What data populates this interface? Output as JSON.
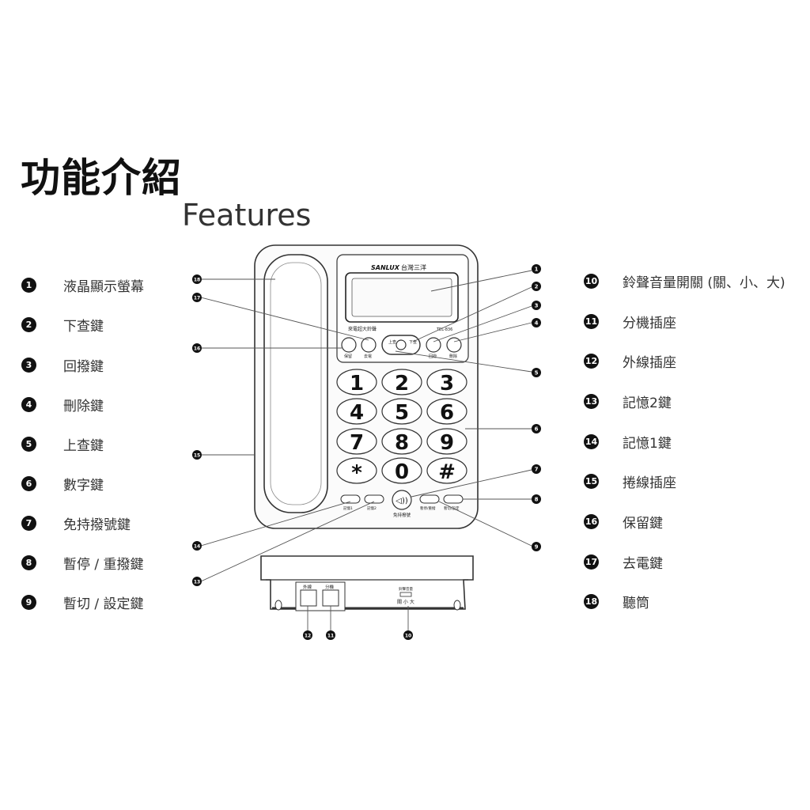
{
  "heading": {
    "zh": "功能介紹",
    "en": "Features"
  },
  "legend_left": [
    {
      "n": "1",
      "text": "液晶顯示螢幕"
    },
    {
      "n": "2",
      "text": "下查鍵"
    },
    {
      "n": "3",
      "text": "回撥鍵"
    },
    {
      "n": "4",
      "text": "刪除鍵"
    },
    {
      "n": "5",
      "text": "上查鍵"
    },
    {
      "n": "6",
      "text": "數字鍵"
    },
    {
      "n": "7",
      "text": "免持撥號鍵"
    },
    {
      "n": "8",
      "text": "暫停 / 重撥鍵"
    },
    {
      "n": "9",
      "text": "暫切 / 設定鍵"
    }
  ],
  "legend_right": [
    {
      "n": "10",
      "text": "鈴聲音量開關 (關、小、大)"
    },
    {
      "n": "11",
      "text": "分機插座"
    },
    {
      "n": "12",
      "text": "外線插座"
    },
    {
      "n": "13",
      "text": "記憶2鍵"
    },
    {
      "n": "14",
      "text": "記憶1鍵"
    },
    {
      "n": "15",
      "text": "捲線插座"
    },
    {
      "n": "16",
      "text": "保留鍵"
    },
    {
      "n": "17",
      "text": "去電鍵"
    },
    {
      "n": "18",
      "text": "聽筒"
    }
  ],
  "phone": {
    "brand": "SANLUX",
    "brand_zh": "台灣三洋",
    "tagline": "來電超大鈴聲",
    "model": "TEL-836",
    "keys": [
      "1",
      "2",
      "3",
      "4",
      "5",
      "6",
      "7",
      "8",
      "9",
      "*",
      "0",
      "#"
    ],
    "btn_hold": "保留",
    "btn_out": "去電",
    "btn_up": "上查",
    "btn_down": "下查",
    "btn_redial": "回撥",
    "btn_delete": "刪除",
    "mem1": "記憶1",
    "mem2": "記憶2",
    "speaker_label": "免持撥號",
    "pause_redial": "暫停/重撥",
    "flash_set": "暫切/設定",
    "jack_line": "外線",
    "jack_ext": "分機",
    "ringer_label": "鈴聲音量",
    "ringer_opts": "關 小 大"
  },
  "callouts": [
    "1",
    "2",
    "3",
    "4",
    "5",
    "6",
    "7",
    "8",
    "9",
    "10",
    "11",
    "12",
    "13",
    "14",
    "15",
    "16",
    "17",
    "18"
  ]
}
